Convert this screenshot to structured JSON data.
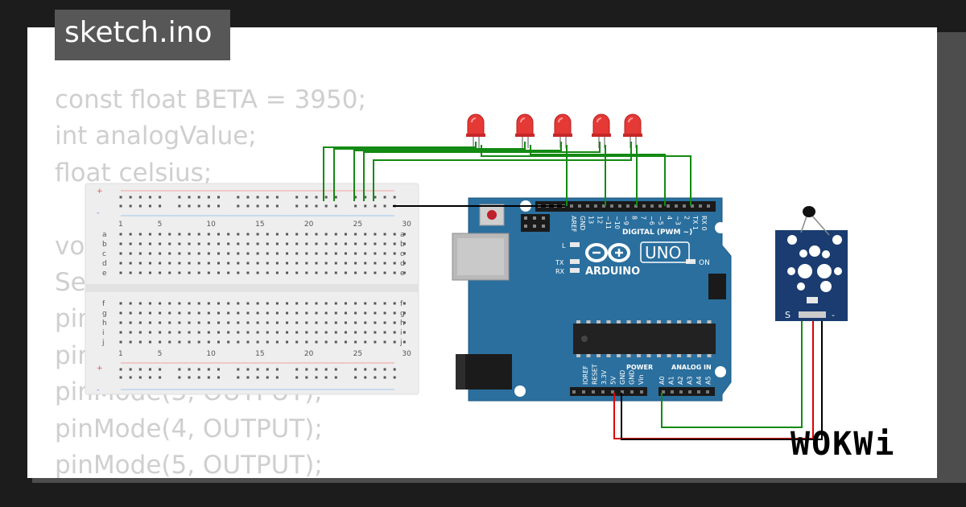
{
  "title": "sketch.ino",
  "code_lines": [
    "const float BETA = 3950;",
    "int analogValue;",
    "float celsius;",
    "",
    "void setup() {",
    "Serial.begin(9600);",
    "pinMode(1, OUTPUT);",
    "pinMode(2, OUTPUT);",
    "pinMode(3, OUTPUT);",
    "pinMode(4, OUTPUT);",
    "pinMode(5, OUTPUT);"
  ],
  "breadboard": {
    "col_numbers": [
      "1",
      "5",
      "10",
      "15",
      "20",
      "25",
      "30"
    ],
    "row_letters_top": [
      "a",
      "b",
      "c",
      "d",
      "e"
    ],
    "row_letters_bottom": [
      "f",
      "g",
      "h",
      "i",
      "j"
    ],
    "rail_plus": "+",
    "rail_minus": "-"
  },
  "arduino": {
    "model": "UNO",
    "brand": "ARDUINO",
    "digital_header_label": "DIGITAL (PWM ~)",
    "digital_pins": [
      "AREF",
      "GND",
      "13",
      "12",
      "~11",
      "~10",
      "~9",
      "8",
      "7",
      "~6",
      "~5",
      "4",
      "~3",
      "2",
      "TX 1",
      "RX 0"
    ],
    "led_l": "L",
    "led_tx": "TX",
    "led_rx": "RX",
    "on_label": "ON",
    "power_label": "POWER",
    "analog_label": "ANALOG IN",
    "power_pins": [
      "IOREF",
      "RESET",
      "3.3V",
      "5V",
      "GND",
      "GND",
      "Vin"
    ],
    "analog_pins": [
      "A0",
      "A1",
      "A2",
      "A3",
      "A4",
      "A5"
    ]
  },
  "sensor": {
    "pin_s": "S",
    "pin_minus": "-"
  },
  "watermark": "WOKWi",
  "colors": {
    "wire_green": "#138a13",
    "wire_red": "#e00000",
    "wire_black": "#000000",
    "board_blue": "#2a6f9e",
    "led_red": "#e53935",
    "sensor_blue": "#1a3c70",
    "title_bg": "#575757",
    "code_text": "#cfcfcf"
  }
}
